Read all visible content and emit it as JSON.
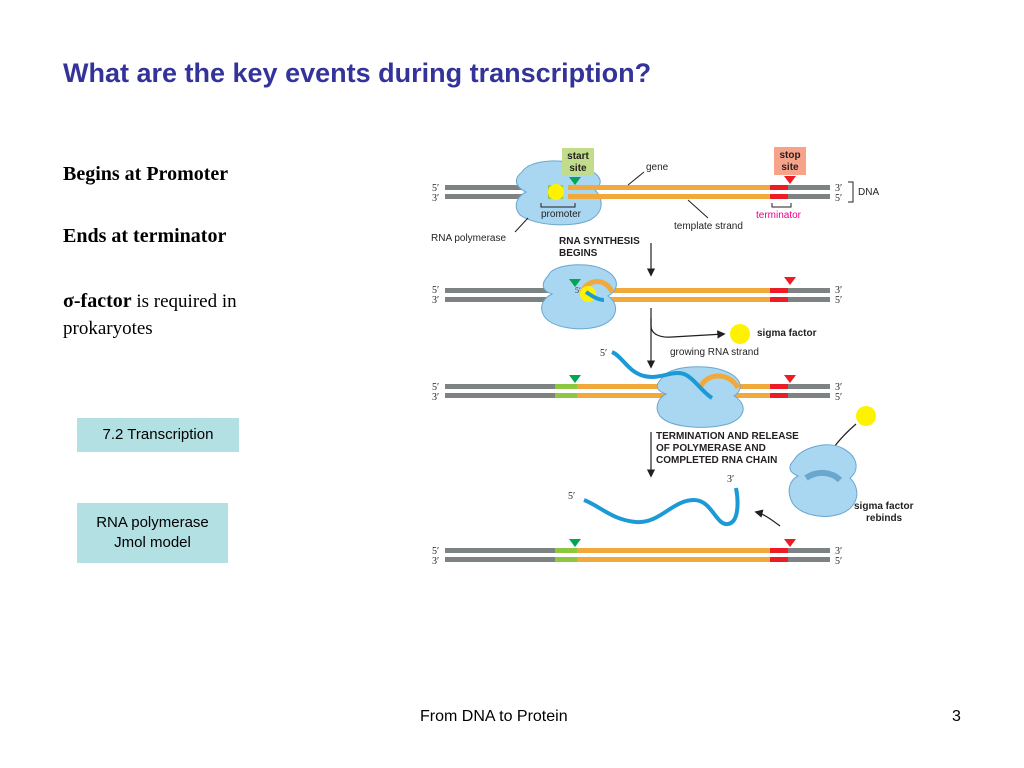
{
  "slide": {
    "title": "What are the key events during transcription?",
    "points": {
      "promoter": "Begins at Promoter",
      "terminator": "Ends at terminator",
      "sigma_bold": "σ-factor",
      "sigma_rest": " is required in prokaryotes"
    },
    "links": {
      "transcription": "7.2 Transcription",
      "polymerase_line1": "RNA polymerase",
      "polymerase_line2": "Jmol model"
    },
    "footer": {
      "text": "From DNA to Protein",
      "page": "3"
    }
  },
  "diagram": {
    "labels": {
      "start_site": [
        "start",
        "site"
      ],
      "stop_site": [
        "stop",
        "site"
      ],
      "gene": "gene",
      "dna": "DNA",
      "promoter": "promoter",
      "terminator": "terminator",
      "template_strand": "template strand",
      "rna_polymerase": "RNA polymerase",
      "rna_synthesis_begins": [
        "RNA SYNTHESIS",
        "BEGINS"
      ],
      "sigma_factor": "sigma factor",
      "growing_rna_strand": "growing RNA strand",
      "termination": [
        "TERMINATION AND RELEASE",
        "OF POLYMERASE AND",
        "COMPLETED RNA CHAIN"
      ],
      "sigma_factor_rebinds": [
        "sigma factor",
        "rebinds"
      ],
      "five_prime": "5′",
      "three_prime": "3′"
    },
    "colors": {
      "dna_strand": "#7d8382",
      "gene_region": "#f2a93b",
      "promoter_region": "#8dc63f",
      "terminator_region": "#ed1c24",
      "start_marker": "#00a651",
      "rna_strand": "#1b9ad6",
      "polymerase": "#a9d6f0",
      "sigma_factor": "#fff200",
      "start_box": "#c1dc8a",
      "stop_box": "#f7a38a",
      "title": "#333399",
      "link_box": "#b3e0e3"
    }
  }
}
